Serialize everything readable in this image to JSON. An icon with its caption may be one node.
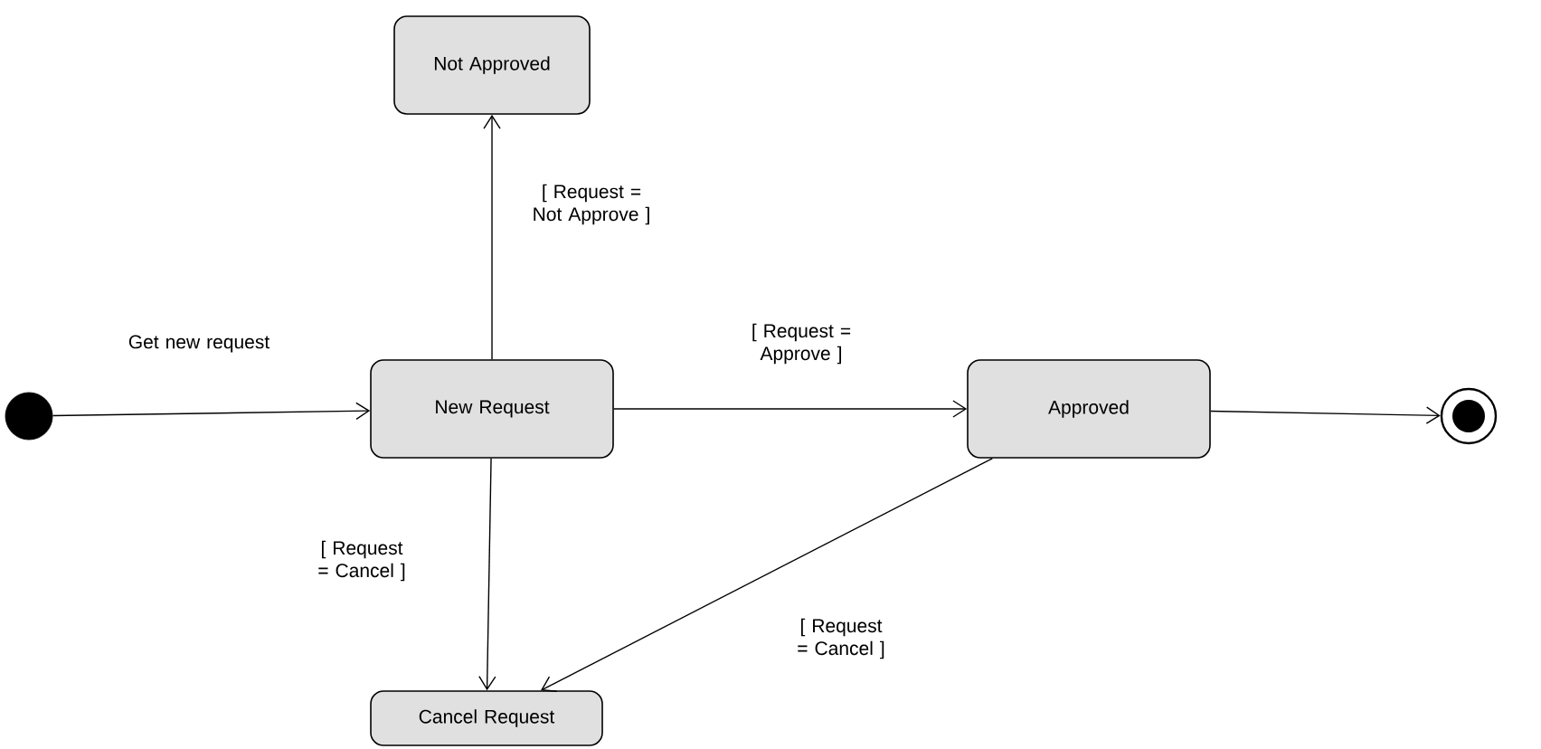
{
  "diagram": {
    "nodes": [
      {
        "text": [],
        "shape": "circle"
      },
      {
        "text": [
          "Not Approved"
        ]
      },
      {
        "text": [
          "New Request"
        ]
      },
      {
        "text": [
          "Approved"
        ]
      },
      {
        "text": [],
        "shape": "bullseye"
      },
      {
        "text": [
          "Cancel Request"
        ]
      }
    ],
    "edges": [
      {
        "from": 0,
        "to": 2,
        "arrow": "to",
        "label": "Get new request"
      },
      {
        "from": 2,
        "to": 1,
        "arrow": "to",
        "label": "[ Request = Not Approve ]"
      },
      {
        "from": 2,
        "to": 3,
        "arrow": "to",
        "label": "[ Request = Approve ]"
      },
      {
        "from": 3,
        "to": 4,
        "arrow": "to"
      },
      {
        "from": 2,
        "to": 5,
        "arrow": "to",
        "label": "[ Request = Cancel ]"
      },
      {
        "from": 3,
        "to": 5,
        "arrow": "to",
        "label": "[ Request = Cancel ]"
      }
    ]
  }
}
